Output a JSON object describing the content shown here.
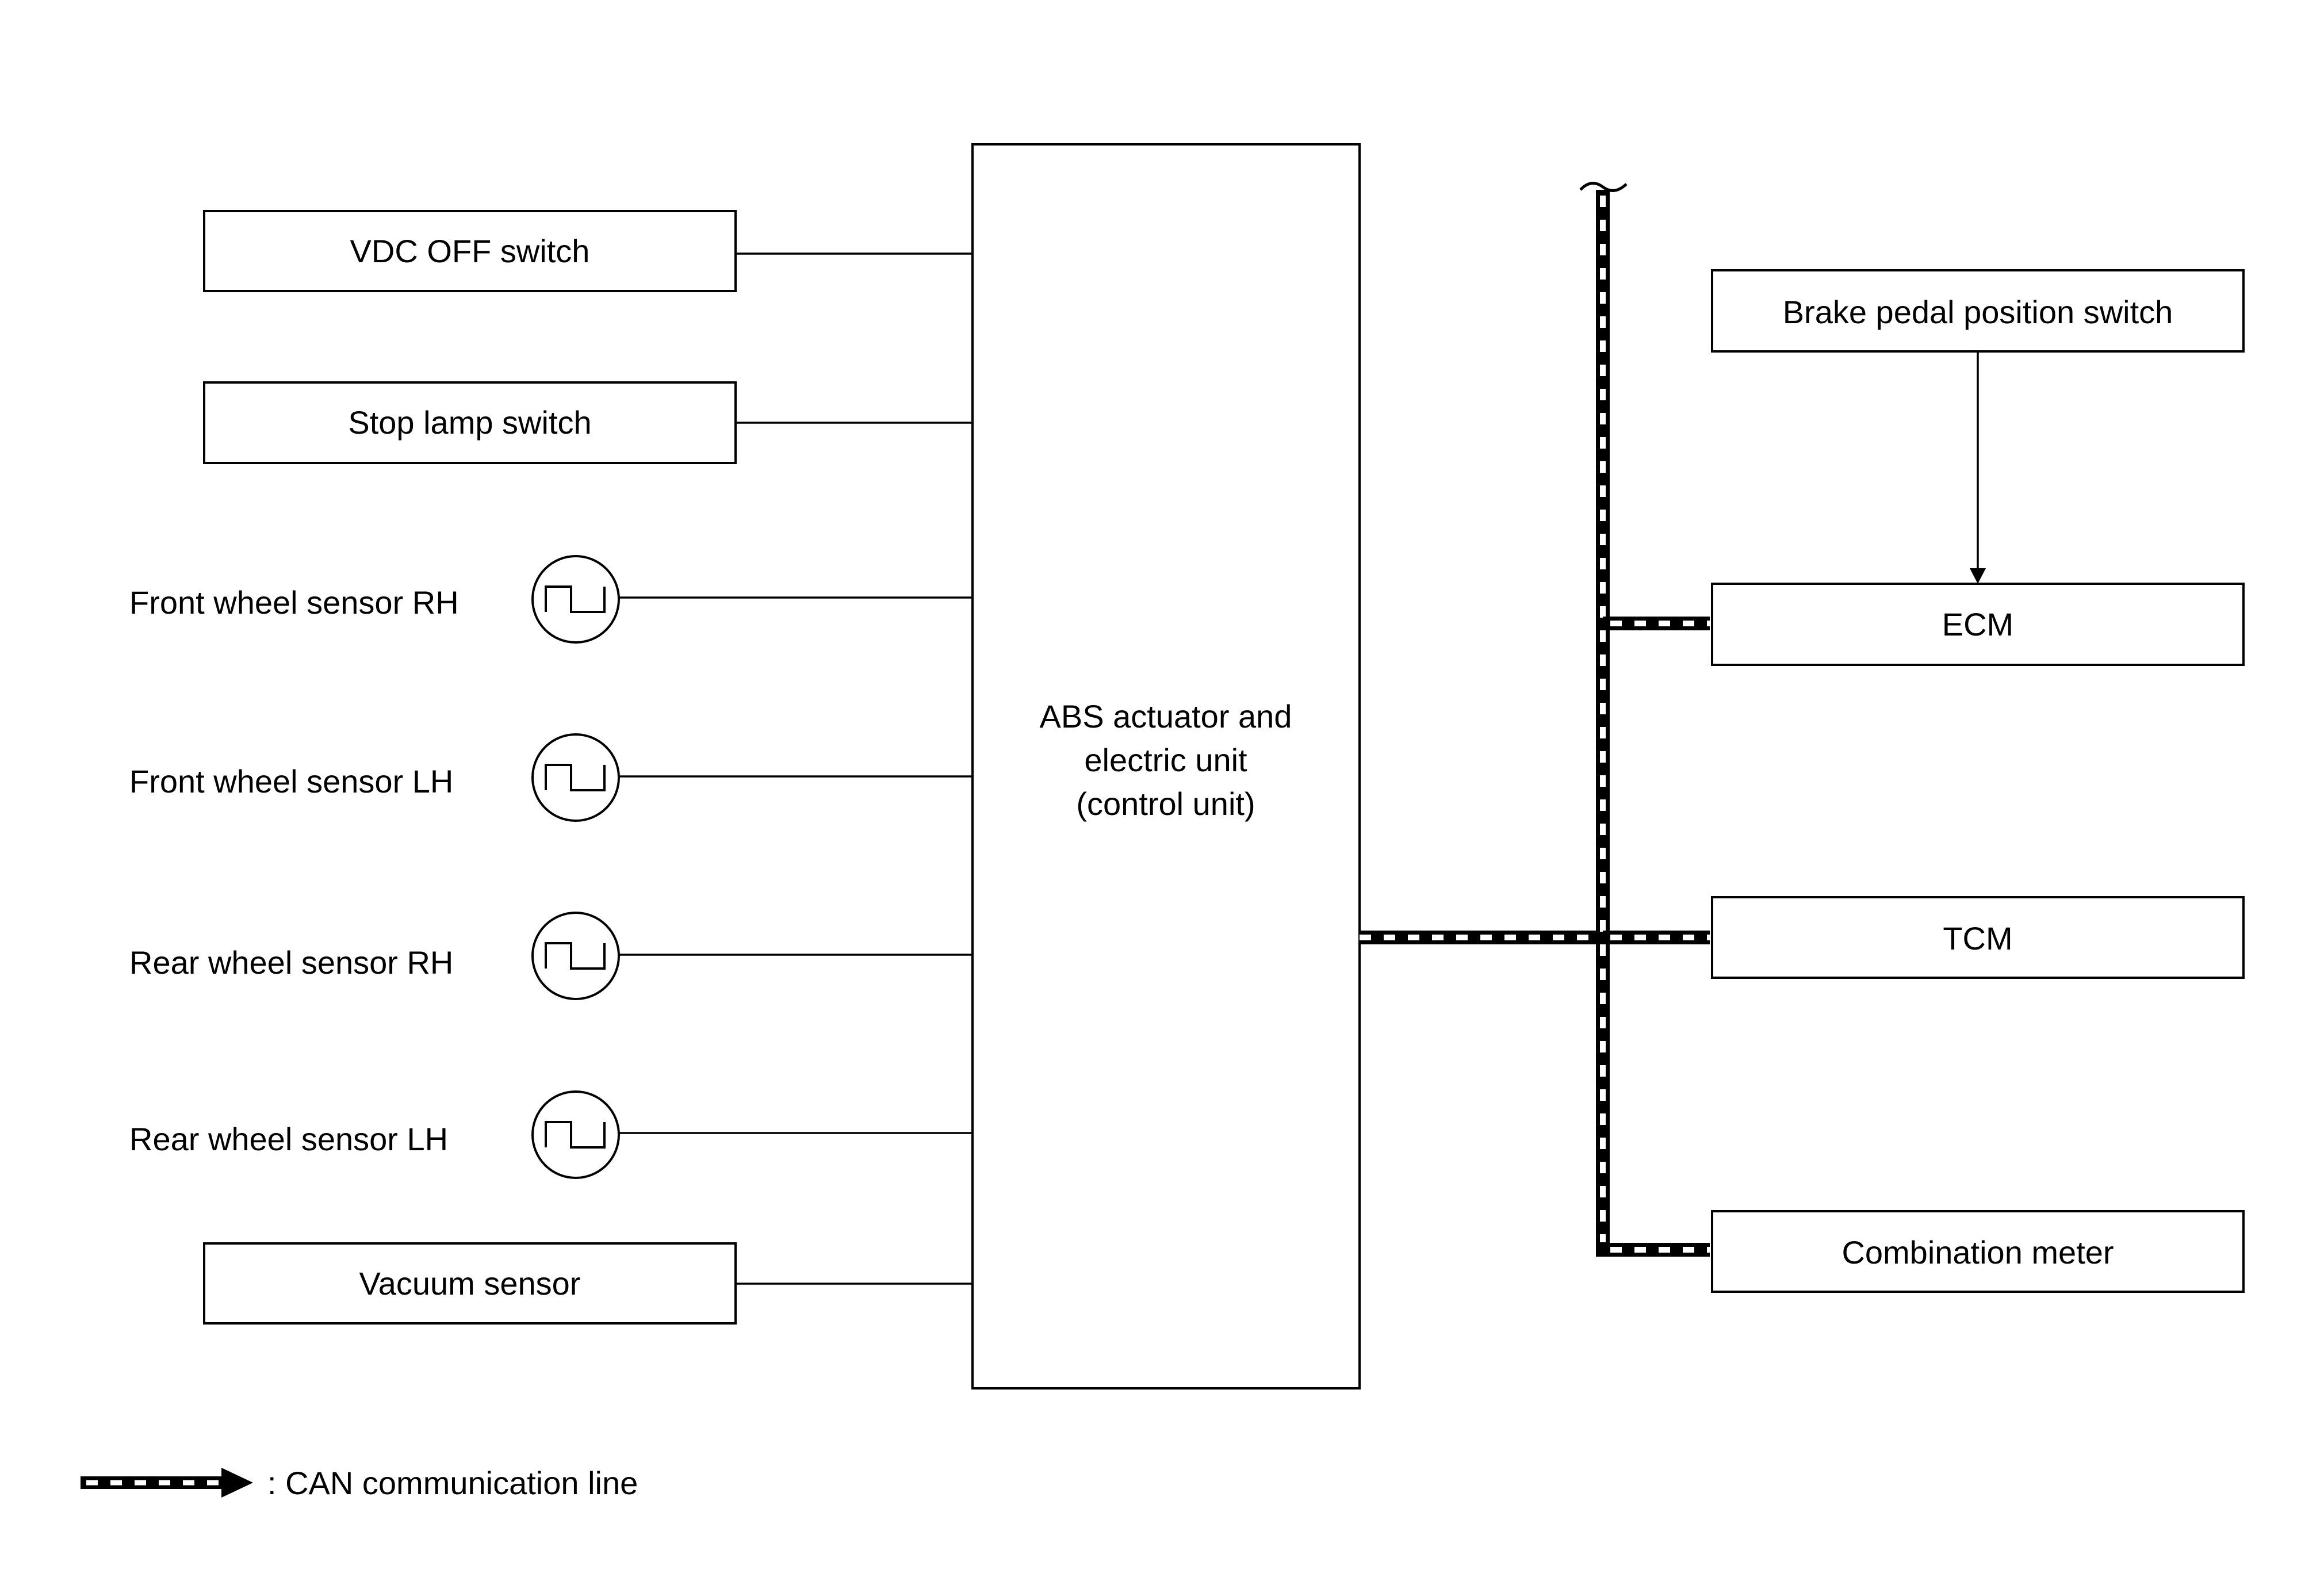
{
  "inputs": {
    "vdc_off_switch": "VDC OFF switch",
    "stop_lamp_switch": "Stop lamp switch",
    "front_wheel_sensor_rh": "Front wheel sensor RH",
    "front_wheel_sensor_lh": "Front wheel sensor LH",
    "rear_wheel_sensor_rh": "Rear wheel sensor RH",
    "rear_wheel_sensor_lh": "Rear wheel sensor LH",
    "vacuum_sensor": "Vacuum sensor"
  },
  "control_unit": {
    "line1": "ABS actuator and",
    "line2": "electric unit",
    "line3": "(control unit)"
  },
  "outputs": {
    "brake_pedal_position_switch": "Brake pedal position switch",
    "ecm": "ECM",
    "tcm": "TCM",
    "combination_meter": "Combination meter"
  },
  "legend": {
    "can_line": ": CAN communication line"
  },
  "colors": {
    "line": "#000000",
    "background": "#ffffff"
  }
}
